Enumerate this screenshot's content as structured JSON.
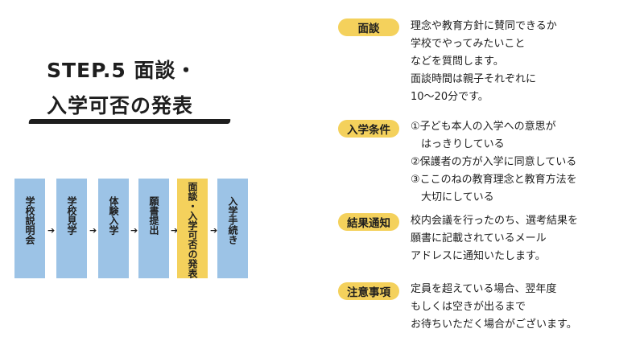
{
  "title": {
    "line1": "STEP.5 面談・",
    "line2": "入学可否の発表"
  },
  "flow": {
    "steps": [
      {
        "label": "学校説明会",
        "active": false
      },
      {
        "label": "学校見学",
        "active": false
      },
      {
        "label": "体験入学",
        "active": false
      },
      {
        "label": "願書提出",
        "active": false
      },
      {
        "label": "面談・入学可否の発表",
        "active": true
      },
      {
        "label": "入学手続き",
        "active": false
      }
    ],
    "arrow": "➔"
  },
  "sections": [
    {
      "tag": "面談",
      "lines": [
        "理念や教育方針に賛同できるか",
        "学校でやってみたいこと",
        "などを質問します。",
        "面談時間は親子それぞれに",
        "10〜20分です。"
      ]
    },
    {
      "tag": "入学条件",
      "lines": [
        "①子ども本人の入学への意思が",
        "　はっきりしている",
        "②保護者の方が入学に同意している",
        "③ここのねの教育理念と教育方法を",
        "　大切にしている"
      ]
    },
    {
      "tag": "結果通知",
      "lines": [
        "校内会議を行ったのち、選考結果を",
        "願書に記載されているメール",
        "アドレスに通知いたします。"
      ]
    },
    {
      "tag": "注意事項",
      "lines": [
        "定員を超えている場合、翌年度",
        "もしくは空きが出るまで",
        "お待ちいただく場合がございます。"
      ]
    }
  ],
  "colors": {
    "accent_yellow": "#f4d15c",
    "flow_blue": "#9cc3e6",
    "text": "#1e1e1e"
  }
}
